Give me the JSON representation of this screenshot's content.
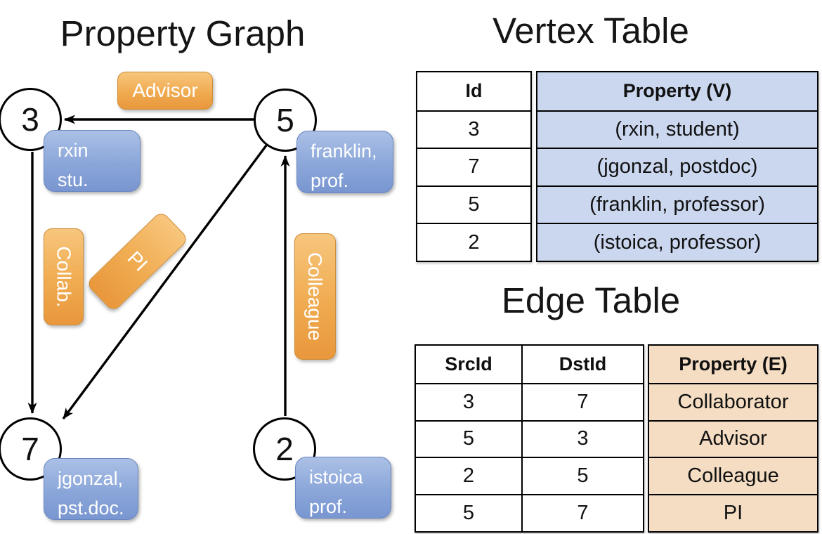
{
  "graph": {
    "title": "Property Graph",
    "nodes": [
      {
        "id": "3",
        "label_line1": "rxin",
        "label_line2": "stu."
      },
      {
        "id": "5",
        "label_line1": "franklin,",
        "label_line2": "prof."
      },
      {
        "id": "7",
        "label_line1": "jgonzal,",
        "label_line2": "pst.doc."
      },
      {
        "id": "2",
        "label_line1": "istoica",
        "label_line2": "prof."
      }
    ],
    "edge_labels": {
      "advisor": "Advisor",
      "collab": "Collab.",
      "pi": "PI",
      "colleague": "Colleague"
    }
  },
  "vertex_table": {
    "title": "Vertex Table",
    "columns": {
      "id": "Id",
      "property": "Property (V)"
    },
    "rows": [
      {
        "id": "3",
        "property": "(rxin, student)"
      },
      {
        "id": "7",
        "property": "(jgonzal, postdoc)"
      },
      {
        "id": "5",
        "property": "(franklin, professor)"
      },
      {
        "id": "2",
        "property": "(istoica, professor)"
      }
    ]
  },
  "edge_table": {
    "title": "Edge Table",
    "columns": {
      "src": "SrcId",
      "dst": "DstId",
      "property": "Property (E)"
    },
    "rows": [
      {
        "src": "3",
        "dst": "7",
        "property": "Collaborator"
      },
      {
        "src": "5",
        "dst": "3",
        "property": "Advisor"
      },
      {
        "src": "2",
        "dst": "5",
        "property": "Colleague"
      },
      {
        "src": "5",
        "dst": "7",
        "property": "PI"
      }
    ]
  },
  "colors": {
    "edge_label_orange": "#f0ab50",
    "vertex_label_blue": "#8aa6d9",
    "vertex_property_cell": "#cbd7ee",
    "edge_property_cell": "#f4ddc3",
    "line_black": "#000000"
  }
}
